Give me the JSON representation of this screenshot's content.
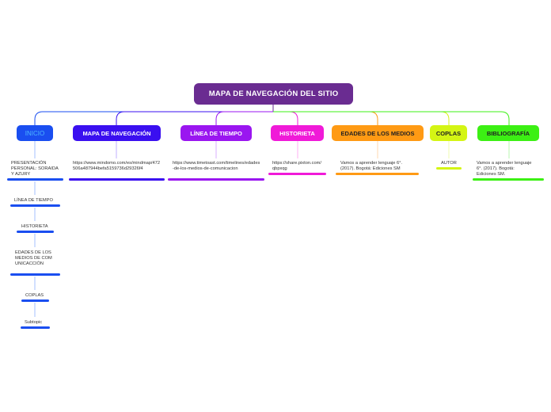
{
  "root": {
    "label": "MAPA DE NAVEGACIÓN DEL SITIO"
  },
  "branches": [
    {
      "label": "INICIO",
      "color": "#1a4ef0",
      "text_color": "#4db8ff",
      "children": [
        "PRESENTACIÓN PERSONAL: SORAIDA Y AZURY",
        "LÍNEA DE TIEMPO",
        "HISTORIETA",
        "EDADES DE LOS MEDIOS DE COMUNICACCIÓN",
        "COPLAS",
        "Subtopic"
      ]
    },
    {
      "label": "MAPA DE NAVEGACIÓN",
      "color": "#3a0ff0",
      "text_color": "#ffffff",
      "children": [
        "https://www.mindomo.com/es/mindmap/472506a487944befa5159736d29326f4"
      ]
    },
    {
      "label": "LÍNEA DE TIEMPO",
      "color": "#9a16f0",
      "text_color": "#ffffff",
      "children": [
        "https://www.timetoast.com/timelines/edades-de-los-medios-de-comunicacion"
      ]
    },
    {
      "label": "HISTORIETA",
      "color": "#f01ad8",
      "text_color": "#ffffff",
      "children": [
        "https://share.pixton.com/qbpxqg"
      ]
    },
    {
      "label": "EDADES DE LOS MEDIOS",
      "color": "#ff9a14",
      "text_color": "#222222",
      "children": [
        "Vamos a aprender lenguaje 6°. (2017). Bogotá: Ediciones SM"
      ]
    },
    {
      "label": "COPLAS",
      "color": "#d4f514",
      "text_color": "#222222",
      "children": [
        "AUTOR"
      ]
    },
    {
      "label": "BIBLIOGRAFÍA",
      "color": "#3cf014",
      "text_color": "#222222",
      "children": [
        "Vamos a aprender lenguaje 6°. (2017). Bogotá: Ediciones SM."
      ]
    }
  ]
}
